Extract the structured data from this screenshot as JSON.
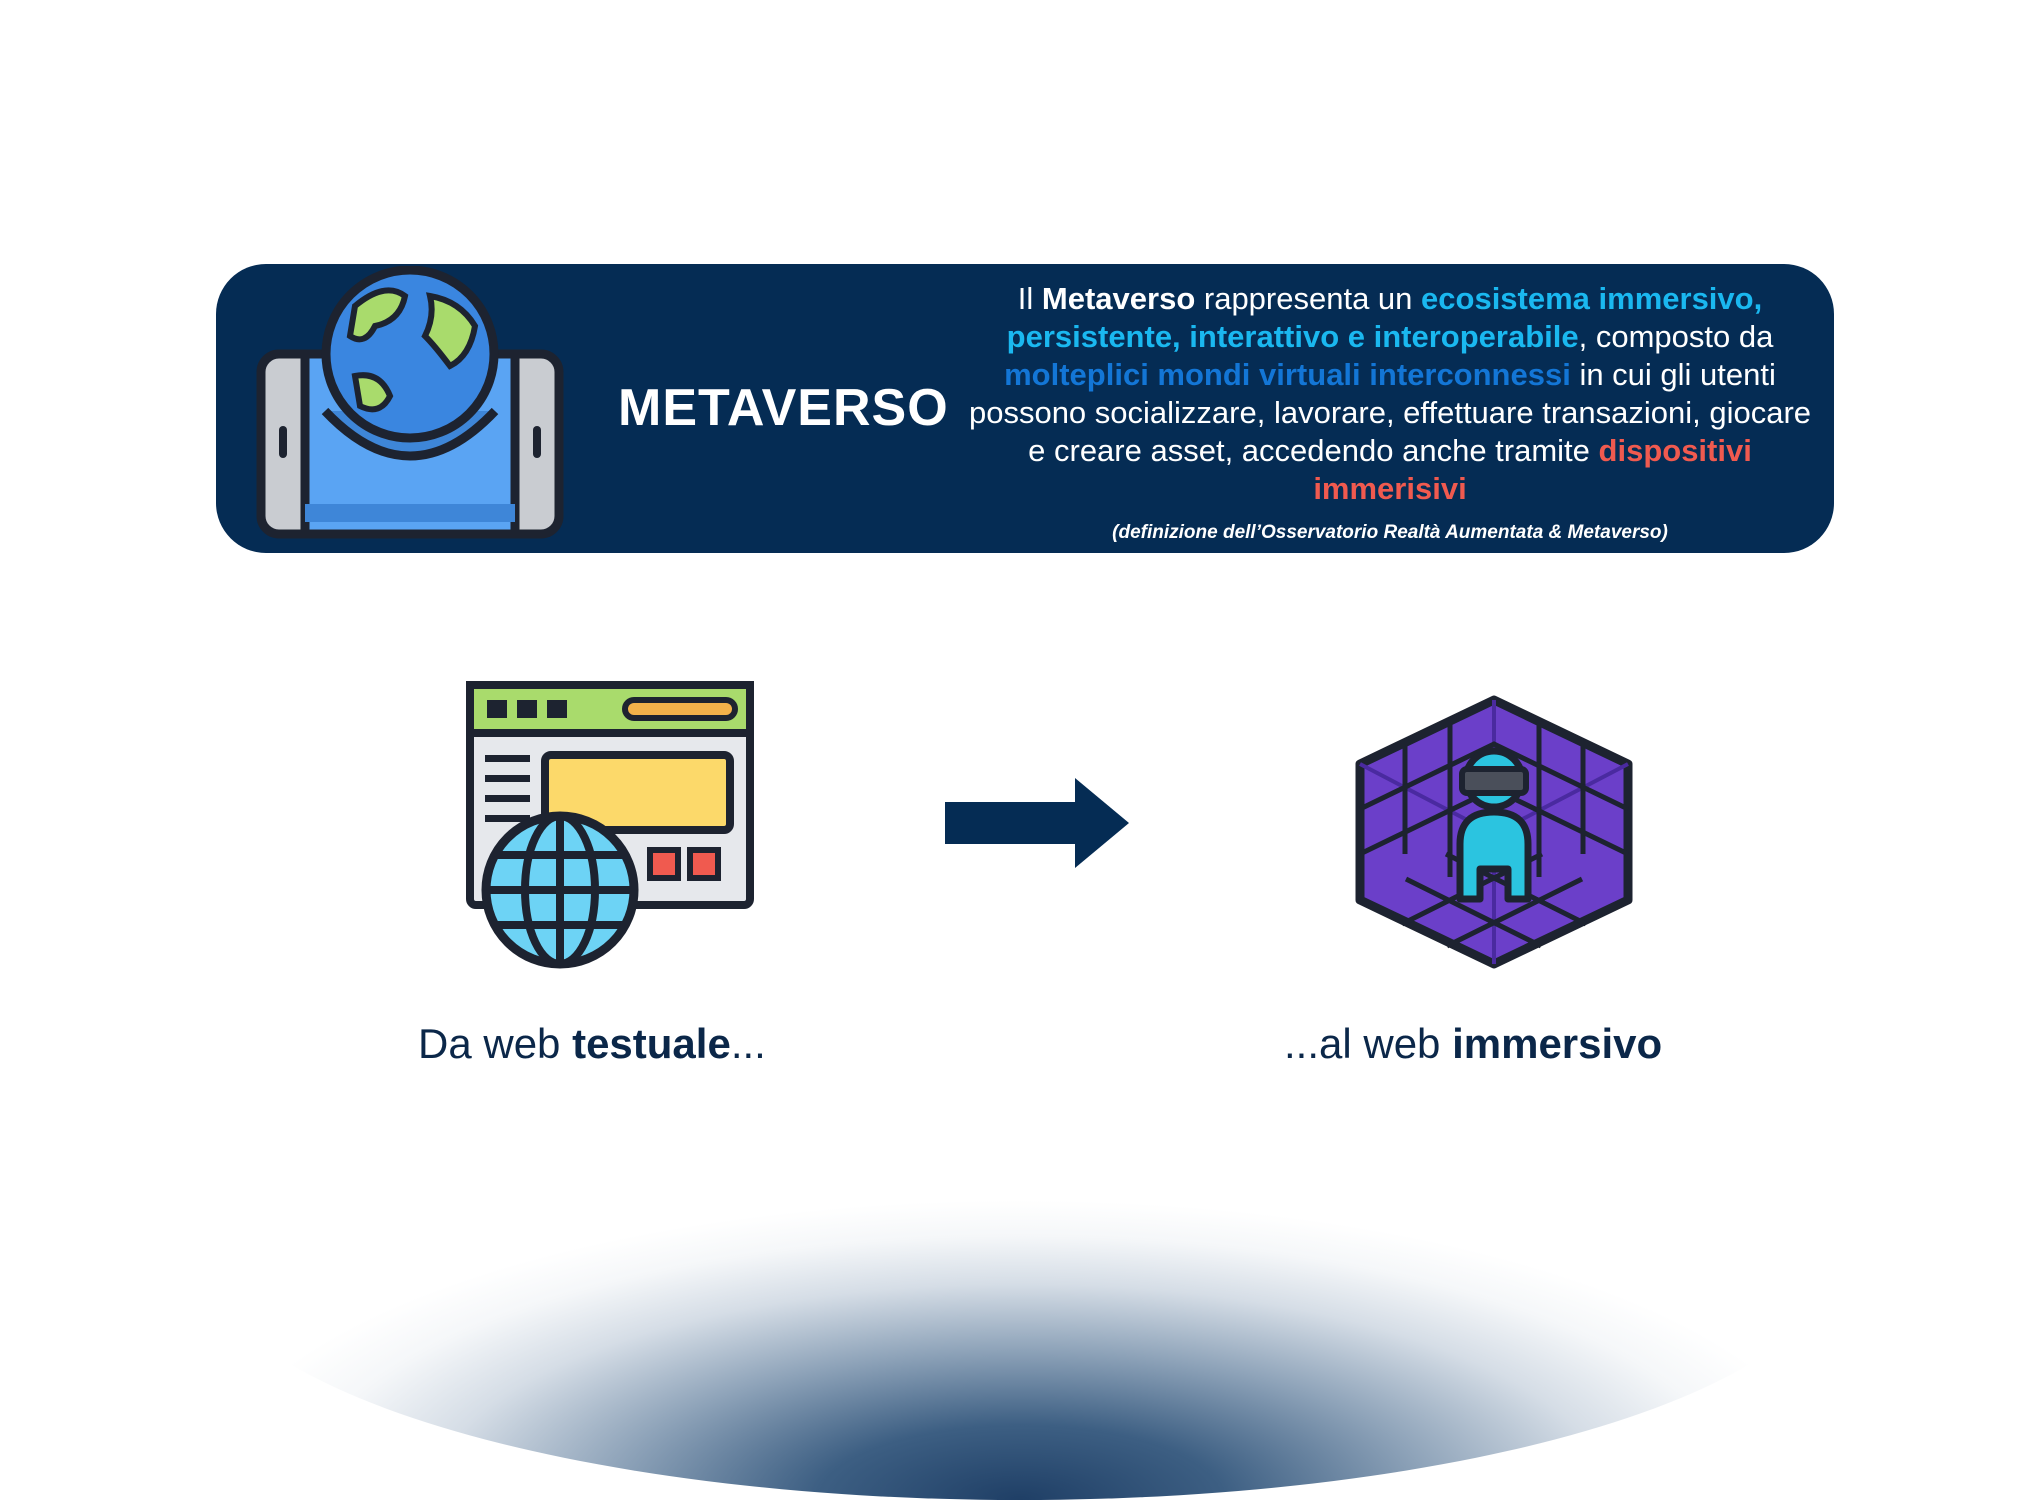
{
  "banner": {
    "title": "METAVERSO",
    "definition": {
      "p1": "Il ",
      "b1": "Metaverso",
      "p2": " rappresenta un ",
      "h1": "ecosistema immersivo, persistente, interattivo e interoperabile",
      "p3": ", composto da ",
      "h2": "molteplici mondi virtuali interconnessi",
      "p4": " in cui gli utenti possono socializzare, lavorare, effettuare transazioni, giocare e creare asset, accedendo anche tramite ",
      "h3": "dispositivi immerisivi"
    },
    "source": "(definizione dell’Osservatorio Realtà Aumentata & Metaverso)",
    "icon": "globe-smartphone-icon"
  },
  "transition": {
    "left": {
      "plain": "Da web ",
      "bold": "testuale",
      "tail": "...",
      "icon": "web-browser-globe-icon"
    },
    "arrow": "arrow-right-icon",
    "right": {
      "plain": "...al web ",
      "bold": "immersivo",
      "icon": "vr-cube-person-icon"
    }
  },
  "colors": {
    "banner": "#052c54",
    "highlight_light": "#1ab8f0",
    "highlight_dark": "#1376d6",
    "highlight_red": "#f05a4f",
    "text_dark": "#0b2749"
  }
}
